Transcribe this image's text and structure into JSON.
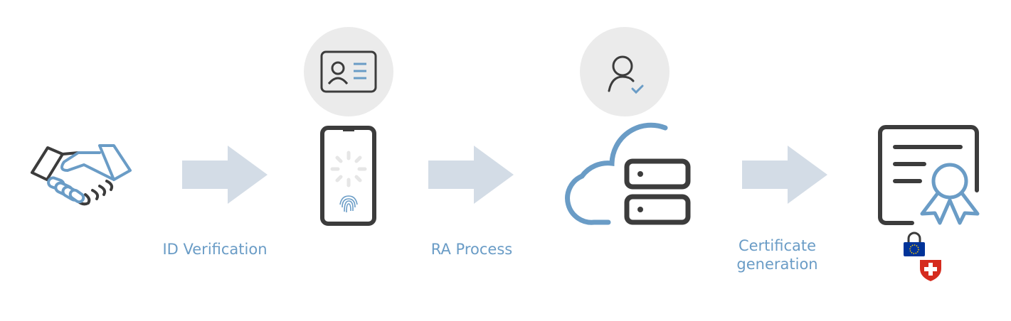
{
  "colors": {
    "dark": "#3c3c3c",
    "accent": "#6a9cc6",
    "arrow": "#d3dce6",
    "circle": "#ebebeb",
    "spinner": "#e6e6e6"
  },
  "steps": [
    {
      "icon": "handshake-icon"
    },
    {
      "icon": "smartphone-icon",
      "badge_icon": "id-card-icon"
    },
    {
      "icon": "cloud-server-icon",
      "badge_icon": "user-check-icon"
    },
    {
      "icon": "certificate-icon",
      "badge_icons": [
        "eu-lock-icon",
        "swiss-shield-icon"
      ]
    }
  ],
  "labels": {
    "id_verification": "ID Verification",
    "ra_process": "RA Process",
    "certificate_line1": "Certificate",
    "certificate_line2": "generation"
  }
}
